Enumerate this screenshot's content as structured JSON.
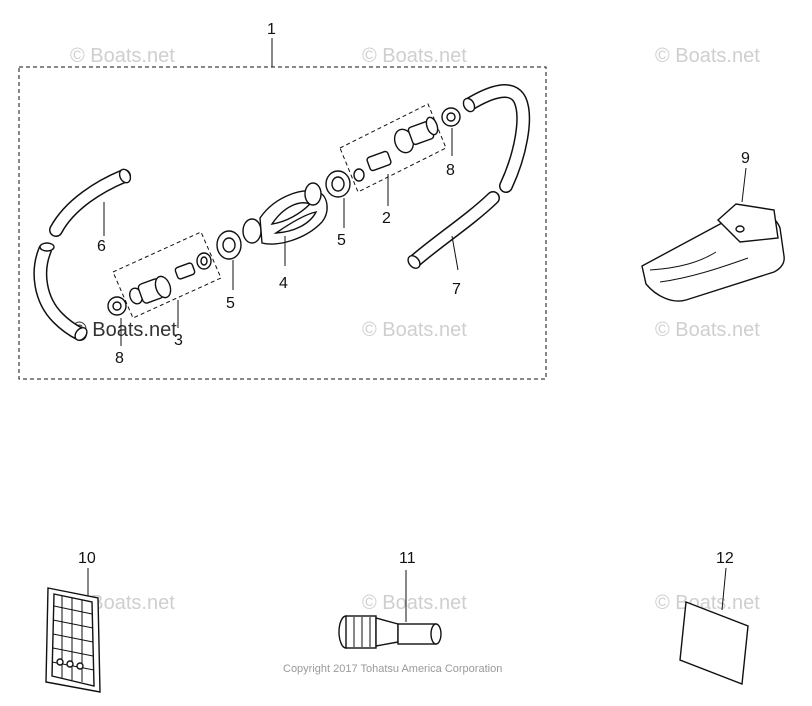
{
  "callouts": {
    "c1": "1",
    "c2": "2",
    "c3": "3",
    "c4": "4",
    "c5a": "5",
    "c5b": "5",
    "c6": "6",
    "c7": "7",
    "c8a": "8",
    "c8b": "8",
    "c9": "9",
    "c10": "10",
    "c11": "11",
    "c12": "12"
  },
  "watermarks": {
    "w1": "© Boats.net",
    "w2": "© Boats.net",
    "w3": "© Boats.net",
    "w4": "© Boats.net",
    "w5": "© Boats.net",
    "w6": "© Boats.net",
    "w7": "© Boats.net",
    "w8": "© Boats.net",
    "w9": "© Boats.net"
  },
  "copyright": "Copyright 2017 Tohatsu America Corporation"
}
